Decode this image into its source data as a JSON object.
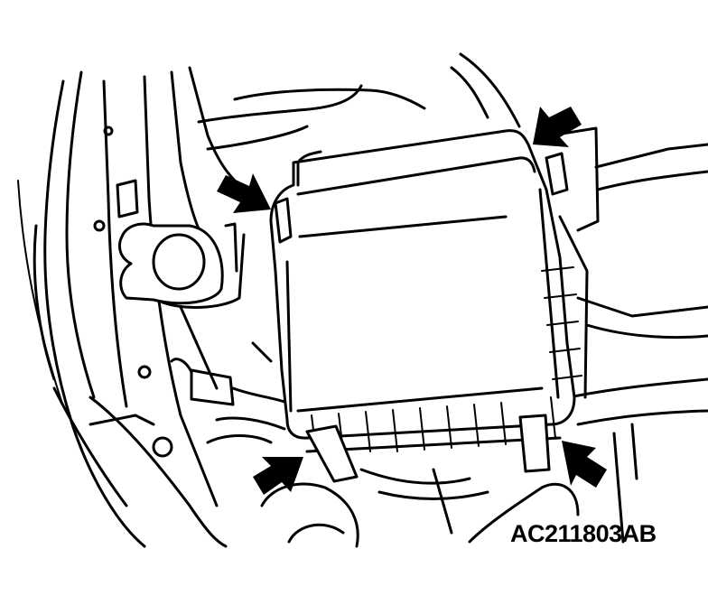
{
  "figure": {
    "code": "AC211803AB"
  },
  "arrows": [
    {
      "name": "arrow-top-right",
      "icon": "arrow-down-left-icon"
    },
    {
      "name": "arrow-upper-left",
      "icon": "arrow-down-right-icon"
    },
    {
      "name": "arrow-lower-left",
      "icon": "arrow-up-right-icon"
    },
    {
      "name": "arrow-lower-right",
      "icon": "arrow-up-left-icon"
    }
  ],
  "colors": {
    "line": "#000000",
    "background": "#ffffff"
  }
}
